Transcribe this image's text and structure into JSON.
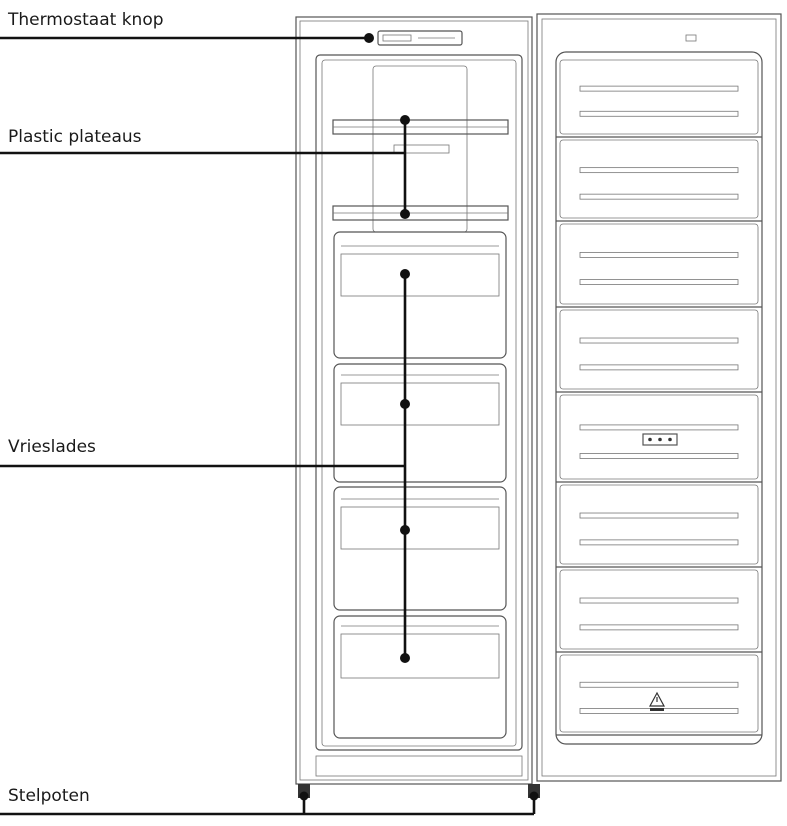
{
  "callouts": [
    {
      "id": "thermostat",
      "label": "Thermostaat knop"
    },
    {
      "id": "shelves",
      "label": "Plastic plateaus"
    },
    {
      "id": "drawers",
      "label": "Vrieslades"
    },
    {
      "id": "feet",
      "label": "Stelpoten"
    }
  ]
}
